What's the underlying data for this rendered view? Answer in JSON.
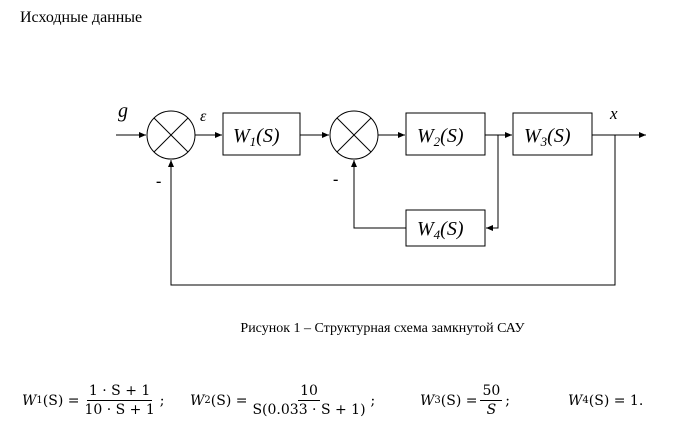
{
  "title": "Исходные данные",
  "diagram": {
    "input_label": "g",
    "error_label": "ε",
    "output_label": "x",
    "minus_sign": "-",
    "blocks": [
      {
        "letter": "W",
        "index": "1",
        "arg": "(S)"
      },
      {
        "letter": "W",
        "index": "2",
        "arg": "(S)"
      },
      {
        "letter": "W",
        "index": "3",
        "arg": "(S)"
      },
      {
        "letter": "W",
        "index": "4",
        "arg": "(S)"
      }
    ]
  },
  "caption": "Рисунок 1 – Структурная схема замкнутой САУ",
  "formulas": {
    "w1": {
      "lhs_letter": "W",
      "lhs_index": "1",
      "lhs_arg": "(S) =",
      "num": "1 · S + 1",
      "den": "10 · S + 1",
      "end": ";"
    },
    "w2": {
      "lhs_letter": "W",
      "lhs_index": "2",
      "lhs_arg": "(S) =",
      "num": "10",
      "den": "S(0.033 · S + 1)",
      "end": ";"
    },
    "w3": {
      "lhs_letter": "W",
      "lhs_index": "3",
      "lhs_arg": "(S) =",
      "num": "50",
      "den": "S",
      "end": ";"
    },
    "w4": {
      "lhs_letter": "W",
      "lhs_index": "4",
      "lhs_arg": "(S) = 1."
    }
  }
}
